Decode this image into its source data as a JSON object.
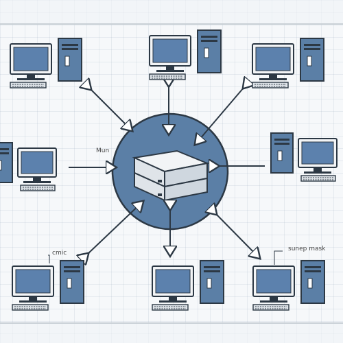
{
  "labels": {
    "left": "Mun",
    "bottom_left": "cmic",
    "bottom_right": "sunep mask"
  },
  "colors": {
    "hub_fill": "#5b7fa6",
    "screen": "#5c81ad",
    "tower": "#5b7fa6",
    "ink": "#2c3844"
  },
  "icons": [
    "server-icon",
    "computer-icon",
    "monitor-icon",
    "keyboard-icon",
    "arrow-icon"
  ]
}
